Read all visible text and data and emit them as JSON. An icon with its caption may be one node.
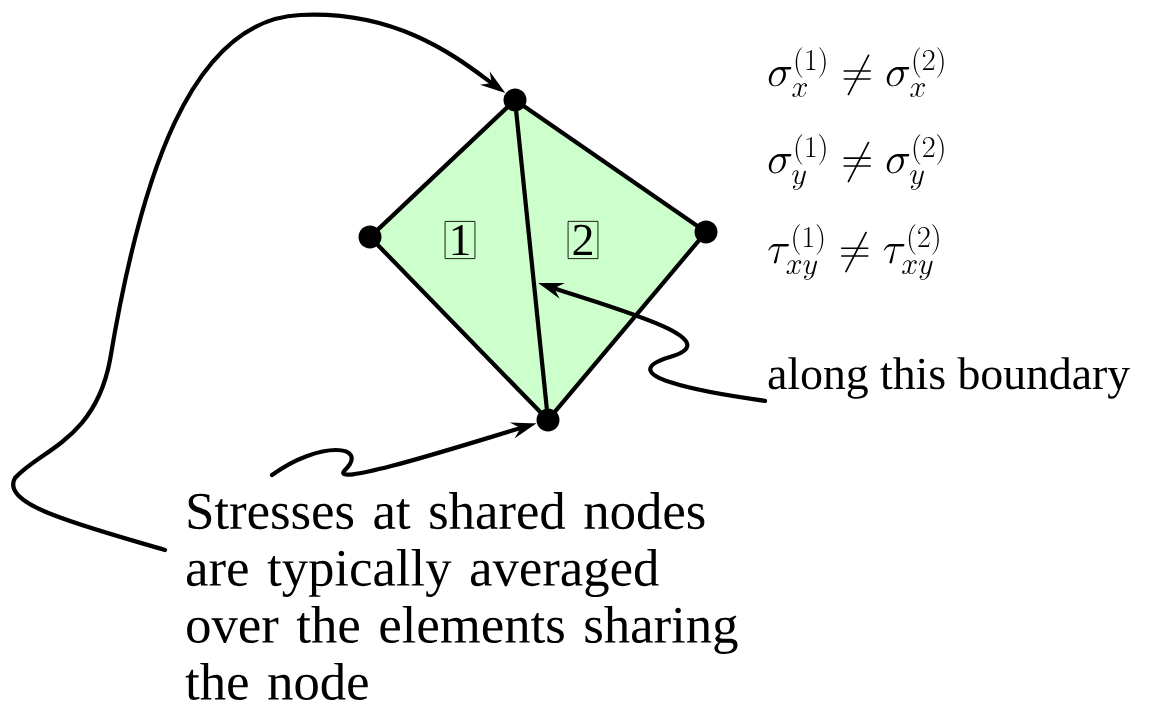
{
  "diagram": {
    "nodes": [
      {
        "text": [],
        "shape": "circle"
      },
      {
        "text": [],
        "shape": "circle"
      },
      {
        "text": [
          "1"
        ]
      },
      {
        "text": [
          "2"
        ]
      },
      {
        "text": [],
        "shape": "circle"
      },
      {
        "text": [
          "along this boundary"
        ]
      },
      {
        "text": [],
        "shape": "circle"
      },
      {
        "text": [
          "Stresses at shared nodes are typically averaged over the elements sharing the node"
        ]
      }
    ],
    "edges": [
      {
        "from": 0,
        "to": 1,
        "arrow": "none"
      },
      {
        "from": 0,
        "to": 4,
        "arrow": "none"
      },
      {
        "from": 0,
        "to": 6,
        "arrow": "none"
      },
      {
        "from": 1,
        "to": 6,
        "arrow": "none"
      },
      {
        "from": 4,
        "to": 6,
        "arrow": "none"
      },
      {
        "from": 7,
        "to": 0,
        "arrow": "to"
      },
      {
        "from": 7,
        "to": 6,
        "arrow": "to"
      },
      {
        "from": 5,
        "to": null,
        "arrow": "to"
      }
    ],
    "labels": [
      "\\sigma_x^{(1)} \\neq \\sigma_x^{(2)}",
      "\\sigma_y^{(1)} \\neq \\sigma_y^{(2)}",
      "\\tau_{xy}^{(1)} \\neq \\tau_{xy}^{(2)}"
    ]
  }
}
